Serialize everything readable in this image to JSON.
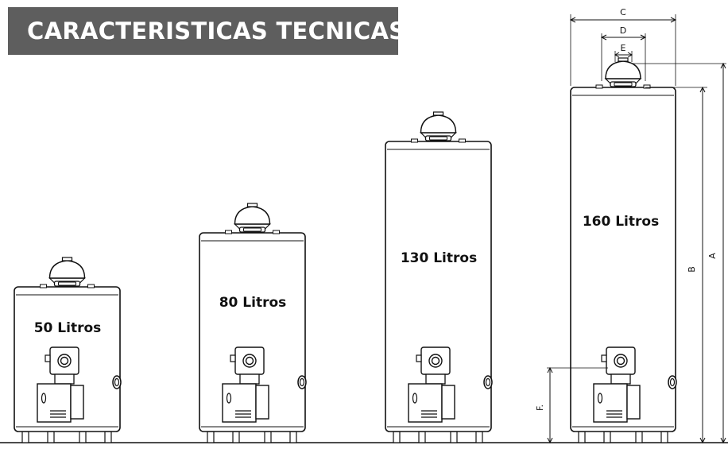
{
  "title": "CARACTERISTICAS TECNICAS",
  "heaters": [
    {
      "label": "50 Litros"
    },
    {
      "label": "80 Litros"
    },
    {
      "label": "130 Litros"
    },
    {
      "label": "160 Litros"
    }
  ],
  "dimensions": {
    "a": "A",
    "b": "B",
    "c": "C",
    "d": "D",
    "e": "E",
    "f": "F."
  },
  "colors": {
    "title_background": "#5e5e5e",
    "title_text": "#ffffff",
    "line": "#111111"
  }
}
